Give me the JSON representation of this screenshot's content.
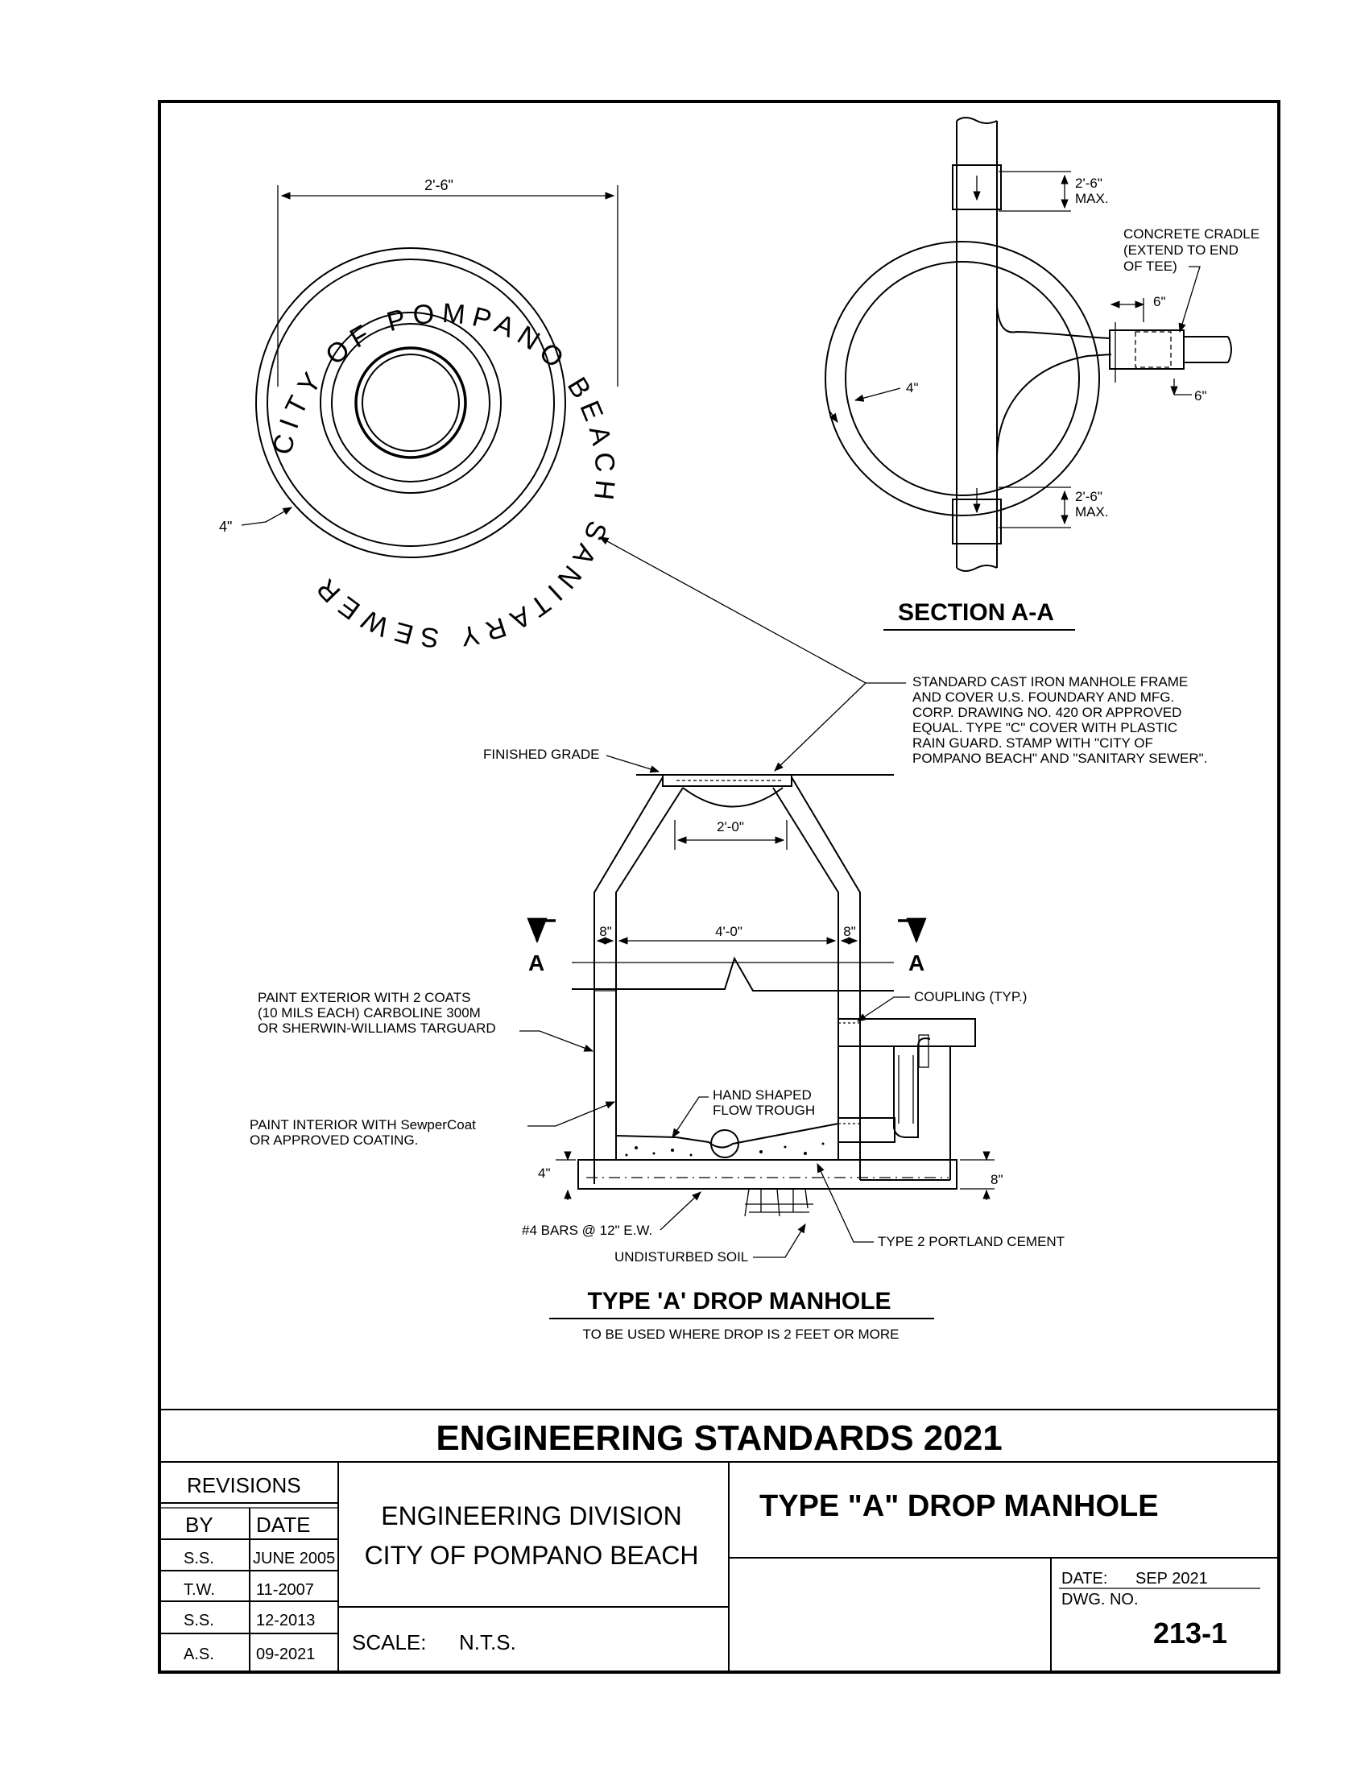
{
  "cover": {
    "diameter_label": "2'-6\"",
    "rim_label": "4\"",
    "stamp_text": "CITY OF POMPANO BEACH SANITARY SEWER"
  },
  "section": {
    "title": "SECTION A-A",
    "max_top": [
      "2'-6\"",
      "MAX."
    ],
    "max_bottom": [
      "2'-6\"",
      "MAX."
    ],
    "cradle_note": [
      "CONCRETE CRADLE",
      "(EXTEND TO END",
      "OF TEE)"
    ],
    "dim_6_top": "6\"",
    "dim_6_bottom": "6\"",
    "wall_label": "4\""
  },
  "frame_note": [
    "STANDARD CAST IRON MANHOLE FRAME",
    "AND COVER U.S. FOUNDARY AND MFG.",
    "CORP. DRAWING NO. 420 OR APPROVED",
    "EQUAL. TYPE \"C\" COVER WITH PLASTIC",
    "RAIN GUARD. STAMP WITH \"CITY OF",
    "POMPANO BEACH\" AND \"SANITARY SEWER\"."
  ],
  "manhole": {
    "finished_grade": "FINISHED GRADE",
    "opening": "2'-0\"",
    "wall_left": "8\"",
    "inside": "4'-0\"",
    "wall_right": "8\"",
    "cut_left": "A",
    "cut_right": "A",
    "paint_exterior": [
      "PAINT EXTERIOR WITH 2 COATS",
      "(10 MILS EACH) CARBOLINE 300M",
      "OR SHERWIN-WILLIAMS TARGUARD"
    ],
    "paint_interior": [
      "PAINT INTERIOR WITH SewperCoat",
      "OR APPROVED COATING."
    ],
    "coupling": "COUPLING (TYP.)",
    "trough": [
      "HAND SHAPED",
      "FLOW TROUGH"
    ],
    "slab_4": "4\"",
    "slab_8": "8\"",
    "bars": "#4 BARS @ 12\" E.W.",
    "soil": "UNDISTURBED SOIL",
    "cement": "TYPE 2 PORTLAND CEMENT",
    "title": "TYPE 'A' DROP MANHOLE",
    "subtitle": "TO BE USED WHERE DROP IS 2 FEET OR MORE"
  },
  "title_block": {
    "banner": "ENGINEERING   STANDARDS   2021",
    "revisions_header": "REVISIONS",
    "col_by": "BY",
    "col_date": "DATE",
    "revisions": [
      {
        "by": "S.S.",
        "date": "JUNE 2005"
      },
      {
        "by": "T.W.",
        "date": "11-2007"
      },
      {
        "by": "S.S.",
        "date": "12-2013"
      },
      {
        "by": "A.S.",
        "date": "09-2021"
      }
    ],
    "division": "ENGINEERING DIVISION",
    "city": "CITY OF POMPANO BEACH",
    "scale_label": "SCALE:",
    "scale_value": "N.T.S.",
    "drawing_title": "TYPE \"A\" DROP MANHOLE",
    "date_label": "DATE:",
    "date_value": "SEP 2021",
    "dwg_label": "DWG. NO.",
    "dwg_value": "213-1"
  }
}
